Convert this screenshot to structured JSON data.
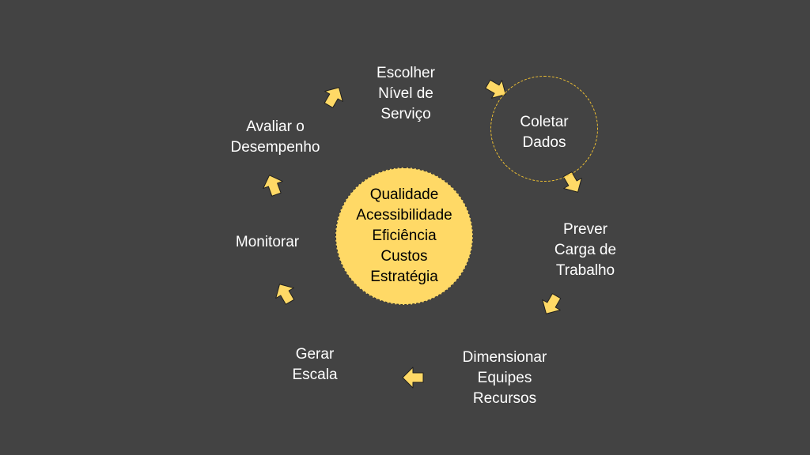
{
  "center": {
    "lines": [
      "Qualidade",
      "Acessibilidade",
      "Eficiência",
      "Custos",
      "Estratégia"
    ]
  },
  "nodes": {
    "escolher": [
      "Escolher",
      "Nível de",
      "Serviço"
    ],
    "coletar": [
      "Coletar",
      "Dados"
    ],
    "prever": [
      "Prever",
      "Carga de",
      "Trabalho"
    ],
    "dimensionar": [
      "Dimensionar",
      "Equipes",
      "Recursos"
    ],
    "gerar": [
      "Gerar",
      "Escala"
    ],
    "monitorar": [
      "Monitorar"
    ],
    "avaliar": [
      "Avaliar o",
      "Desempenho"
    ]
  },
  "colors": {
    "background": "#434343",
    "accent": "#ffd966",
    "accent_stroke": "#f1c232",
    "text": "#ffffff"
  },
  "icons": [
    "arrow-icon"
  ]
}
